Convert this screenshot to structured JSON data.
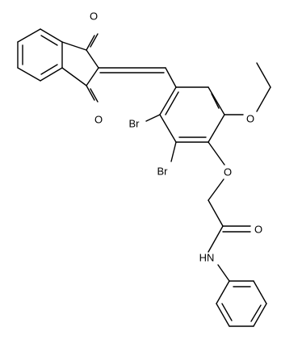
{
  "diagram": {
    "type": "chemical-structure",
    "atom_labels": {
      "o_top": "O",
      "o_bottom": "O",
      "o_ethoxy": "O",
      "o_ether": "O",
      "o_amide": "O",
      "br_upper": "Br",
      "br_lower": "Br",
      "nh": "HN"
    },
    "colors": {
      "bond": "#000000",
      "label": "#000000",
      "background": "#ffffff"
    }
  }
}
